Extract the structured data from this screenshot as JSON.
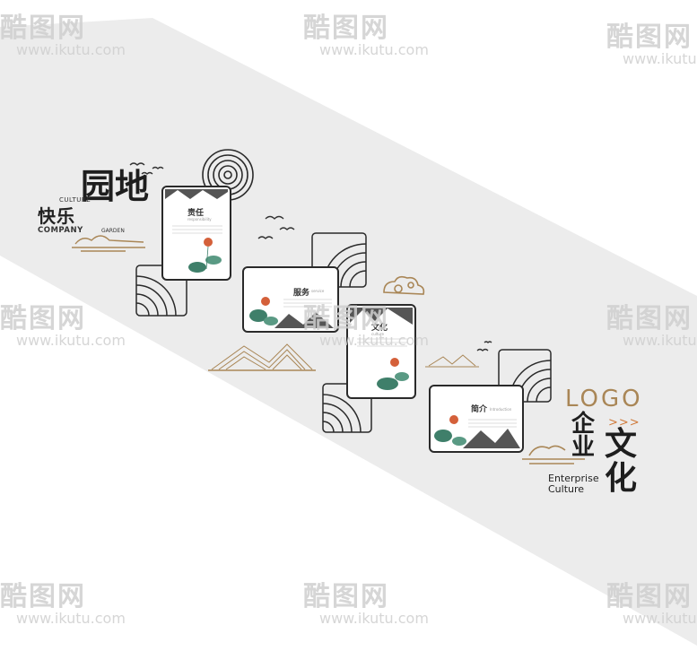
{
  "watermark": {
    "brand": "酷图网",
    "url": "www.ikutu.com"
  },
  "left_title": {
    "main": "快乐",
    "big": "园地",
    "culture": "CULTURE",
    "company": "COMPANY",
    "garden": "GARDEN"
  },
  "right_title": {
    "logo": "LOGO",
    "arrows": ">>>",
    "qiye": "企业",
    "wenhua": "文化",
    "enterprise_line1": "Enterprise",
    "enterprise_line2": "Culture"
  },
  "panels": [
    {
      "title": "责任",
      "sub": "responsibility"
    },
    {
      "title": "服务",
      "sub": "service"
    },
    {
      "title": "文化",
      "sub": "culture"
    },
    {
      "title": "简介",
      "sub": "Introduction"
    }
  ],
  "colors": {
    "frame": "#2a2a2a",
    "gold": "#a98656",
    "lotus_red": "#d4603a",
    "leaf_green": "#3f7f6a",
    "band": "#ececec",
    "watermark": "#cfcfcf"
  }
}
